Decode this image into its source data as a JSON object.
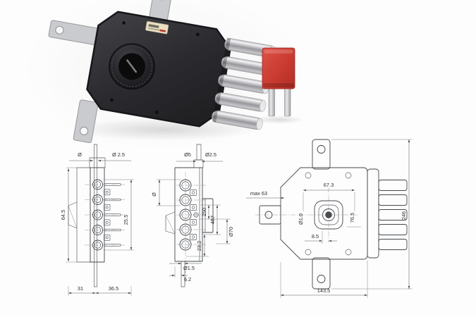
{
  "meta": {
    "subject": "multi-bolt pump rim lock with key blank and technical drawings",
    "bolt_count": 5
  },
  "colors": {
    "background": "#fdfdfd",
    "lock_body": "#2a2a2e",
    "bolt_chrome": "#c9c9cc",
    "key_head_red": "#cf3d33",
    "drawing_line": "#44474c"
  },
  "drawings": {
    "left": {
      "dia_pin": "Ø",
      "dia_rod": "Ø 2.5",
      "height": "64.5",
      "pitch": "25.5",
      "depth_a": "31",
      "depth_b": "36.5"
    },
    "middle": {
      "dia_tab": "Ø5",
      "dia_rod": "Ø2.5",
      "dia_bolt": "Ø",
      "dim_a": "250",
      "dim_b": "457",
      "dia_c": "Ø70",
      "dim_d": "23.2",
      "dia_e": "Ø1.5",
      "dim_f": "6.2"
    },
    "right": {
      "width_top": "67.3",
      "dia_knob": "Ø1.0",
      "dim_side": "76.5",
      "dim_center": "8.5",
      "height": "246",
      "width": "143.5",
      "max_note": "max 63"
    }
  }
}
